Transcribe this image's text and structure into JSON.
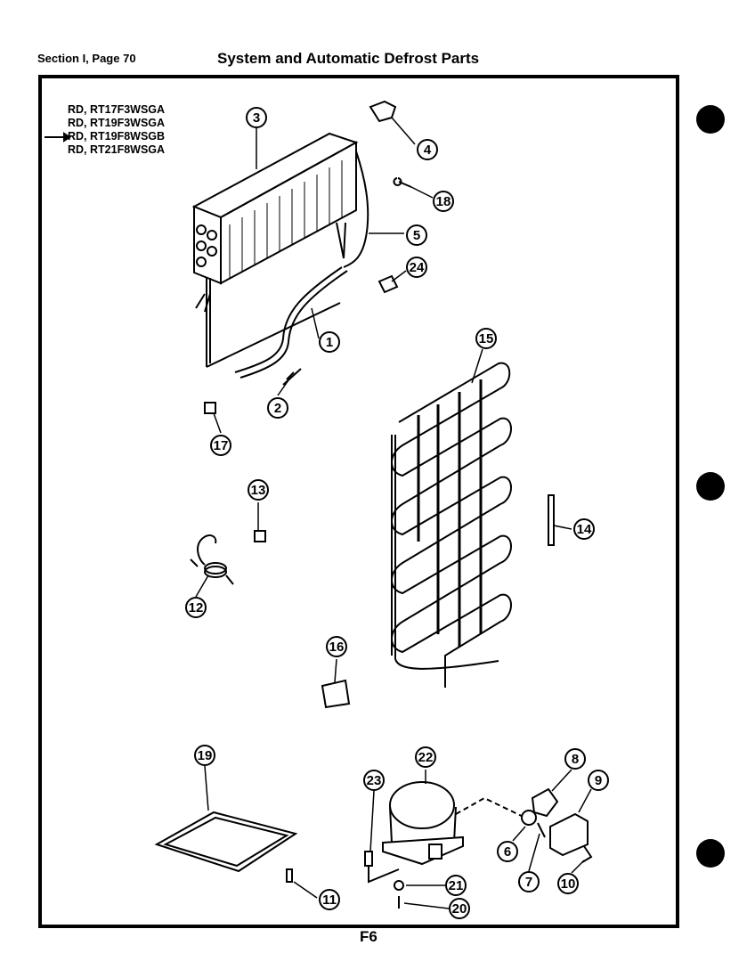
{
  "header": {
    "section_page": "Section I, Page 70",
    "title": "System and Automatic Defrost Parts"
  },
  "models": [
    "RD, RT17F3WSGA",
    "RD, RT19F3WSGA",
    "RD, RT19F8WSGB",
    "RD, RT21F8WSGA"
  ],
  "footer": {
    "page_id": "F6"
  },
  "callouts": [
    "1",
    "2",
    "3",
    "4",
    "5",
    "6",
    "7",
    "8",
    "9",
    "10",
    "11",
    "12",
    "13",
    "14",
    "15",
    "16",
    "17",
    "18",
    "19",
    "20",
    "21",
    "22",
    "23",
    "24"
  ],
  "colors": {
    "ink": "#000000",
    "paper": "#ffffff"
  }
}
